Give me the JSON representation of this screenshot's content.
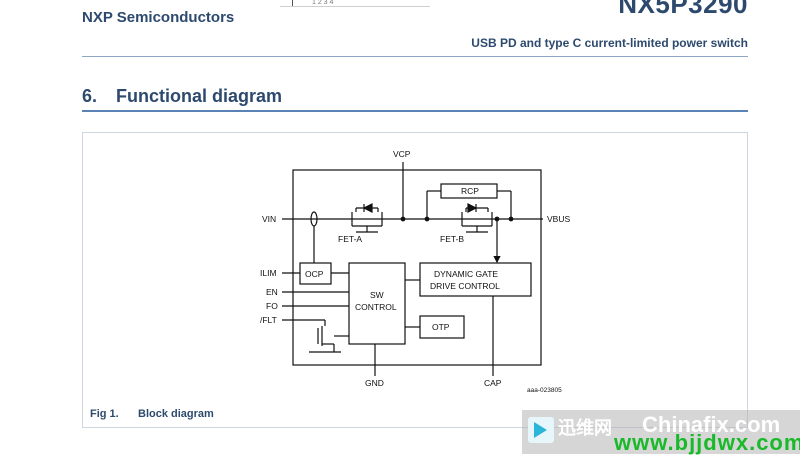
{
  "header": {
    "tab_fragment": "1 2 3 4",
    "company": "NXP Semiconductors",
    "part_number": "NX5P3290",
    "subtitle": "USB PD and type C current-limited power switch"
  },
  "section": {
    "number": "6.",
    "title": "Functional diagram"
  },
  "diagram": {
    "pins": {
      "vcp": "VCP",
      "vin": "VIN",
      "vbus": "VBUS",
      "ilim": "ILIM",
      "en": "EN",
      "fo": "FO",
      "flt": "/FLT",
      "gnd": "GND",
      "cap": "CAP"
    },
    "blocks": {
      "rcp": "RCP",
      "ocp": "OCP",
      "sw_line1": "SW",
      "sw_line2": "CONTROL",
      "dgd_line1": "DYNAMIC GATE",
      "dgd_line2": "DRIVE CONTROL",
      "otp": "OTP"
    },
    "devices": {
      "fet_a": "FET-A",
      "fet_b": "FET-B"
    },
    "code": "aaa-023805"
  },
  "caption": {
    "label": "Fig 1.",
    "title": "Block diagram"
  },
  "watermark": {
    "cn": "迅维网",
    "en": "Chinafix.com",
    "url": "www.bjjdwx.com"
  }
}
